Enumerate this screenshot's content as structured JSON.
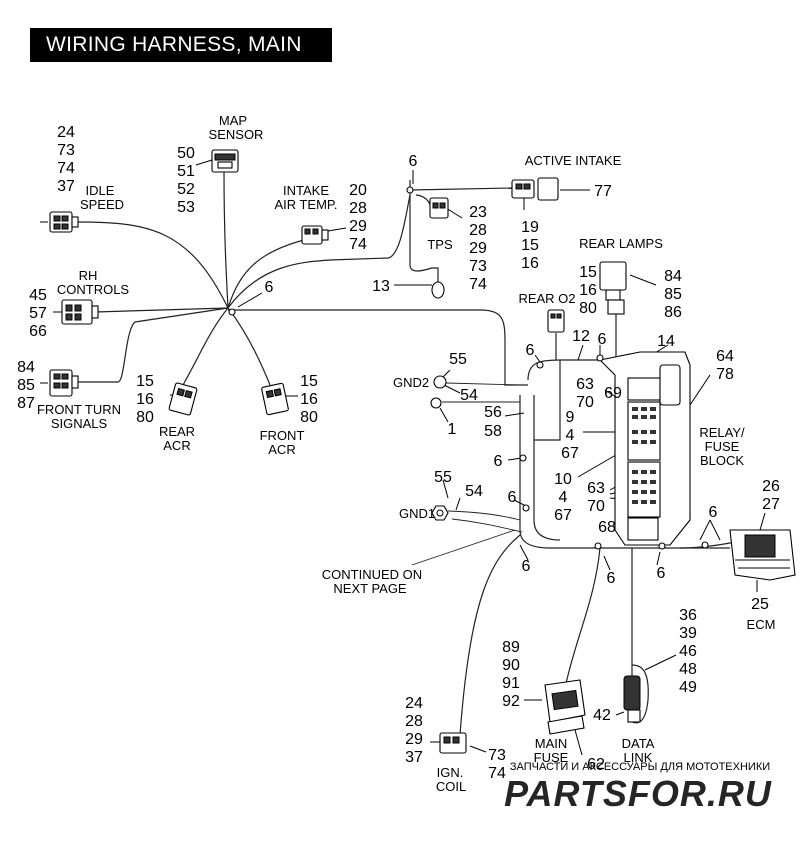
{
  "title": "WIRING HARNESS, MAIN",
  "labels": {
    "map_sensor": [
      "MAP",
      "SENSOR"
    ],
    "idle_speed": [
      "IDLE",
      "SPEED"
    ],
    "intake_air_temp": [
      "INTAKE",
      "AIR TEMP."
    ],
    "tps": "TPS",
    "active_intake": "ACTIVE INTAKE",
    "rh_controls": [
      "RH",
      "CONTROLS"
    ],
    "rear_lamps": "REAR LAMPS",
    "rear_o2": "REAR O2",
    "front_turn_signals": [
      "FRONT TURN",
      "SIGNALS"
    ],
    "rear_acr": [
      "REAR",
      "ACR"
    ],
    "front_acr": [
      "FRONT",
      "ACR"
    ],
    "gnd2": "GND2",
    "gnd1": "GND1",
    "relay_fuse_block": [
      "RELAY/",
      "FUSE",
      "BLOCK"
    ],
    "continued": [
      "CONTINUED ON",
      "NEXT PAGE"
    ],
    "ecm": "ECM",
    "main_fuse": [
      "MAIN",
      "FUSE"
    ],
    "data_link": [
      "DATA",
      "LINK"
    ],
    "ign_coil": [
      "IGN.",
      "COIL"
    ]
  },
  "callouts": {
    "idle_speed_nums": [
      "24",
      "73",
      "74",
      "37"
    ],
    "map_nums": [
      "50",
      "51",
      "52",
      "53"
    ],
    "intake_air_nums": [
      "20",
      "28",
      "29",
      "74"
    ],
    "tps_nums": [
      "23",
      "28",
      "29",
      "73",
      "74"
    ],
    "top_6": "6",
    "active_intake_77": "77",
    "active_intake_nums": [
      "19",
      "15",
      "16"
    ],
    "rh_controls_nums": [
      "45",
      "57",
      "66"
    ],
    "center_6": "6",
    "n13": "13",
    "rear_lamps_left": [
      "15",
      "16",
      "80"
    ],
    "rear_lamps_right": [
      "84",
      "85",
      "86"
    ],
    "front_turn_nums": [
      "84",
      "85",
      "87"
    ],
    "rear_acr_nums": [
      "15",
      "16",
      "80"
    ],
    "front_acr_nums": [
      "15",
      "16",
      "80"
    ],
    "n12": "12",
    "n6a": "6",
    "n6b": "6",
    "n14": "14",
    "n64_78": [
      "64",
      "78"
    ],
    "n55a": "55",
    "n54a": "54",
    "n1": "1",
    "n56_58": [
      "56",
      "58"
    ],
    "n63_70a": [
      "63",
      "70"
    ],
    "n69": "69",
    "n9_4_67": [
      "9",
      "4",
      "67"
    ],
    "n6c": "6",
    "n10_4_67": [
      "10",
      "4",
      "67"
    ],
    "n63_70b": [
      "63",
      "70"
    ],
    "n68": "68",
    "n55b": "55",
    "n54b": "54",
    "n6d": "6",
    "n6e": "6",
    "n6f": "6",
    "n6g": "6",
    "n6h": "6",
    "ecm_nums": [
      "26",
      "27"
    ],
    "ecm_25": "25",
    "data_link_nums": [
      "36",
      "39",
      "46",
      "48",
      "49"
    ],
    "main_fuse_nums": [
      "89",
      "90",
      "91",
      "92"
    ],
    "n42": "42",
    "n62": "62",
    "ign_coil_nums": [
      "24",
      "28",
      "29",
      "37"
    ],
    "ign_coil_right": [
      "73",
      "74"
    ]
  },
  "watermark": {
    "text": "PARTSFOR.RU",
    "subtext": "ЗАПЧАСТИ И АКСЕССУАРЫ ДЛЯ МОТОТЕХНИКИ",
    "color": "#e11d2a"
  }
}
